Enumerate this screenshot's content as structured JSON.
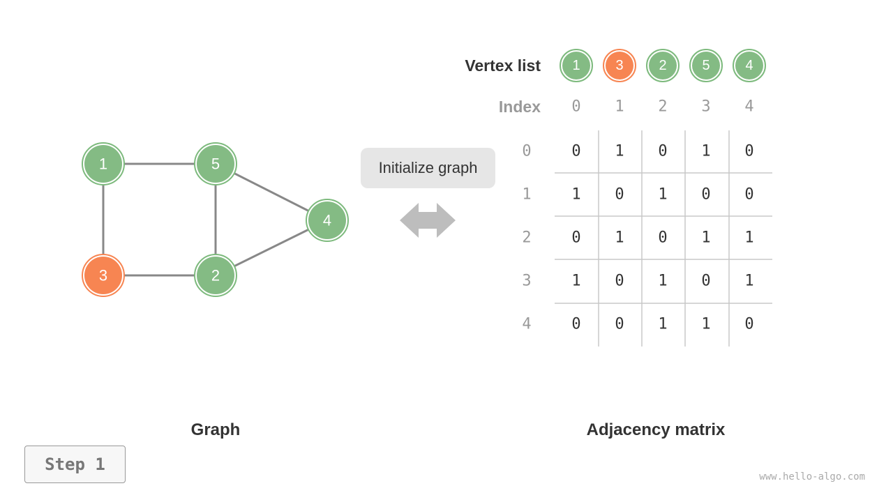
{
  "colors": {
    "green": "#84bb84",
    "green_ring": "#7dba7d",
    "orange": "#f78552",
    "edge": "#888888",
    "grid": "#c8c8c8",
    "index_text": "#999999",
    "cell_text": "#333333"
  },
  "graph": {
    "label": "Graph",
    "vertices": [
      {
        "id": "1",
        "color": "green"
      },
      {
        "id": "5",
        "color": "green"
      },
      {
        "id": "4",
        "color": "green"
      },
      {
        "id": "3",
        "color": "orange"
      },
      {
        "id": "2",
        "color": "green"
      }
    ],
    "edges": [
      [
        "1",
        "5"
      ],
      [
        "1",
        "3"
      ],
      [
        "5",
        "2"
      ],
      [
        "5",
        "4"
      ],
      [
        "3",
        "2"
      ],
      [
        "2",
        "4"
      ]
    ]
  },
  "operation": {
    "label": "Initialize graph",
    "arrow_icon": "double-arrow-icon"
  },
  "matrix": {
    "label": "Adjacency matrix",
    "vertex_list_label": "Vertex list",
    "vertex_list": [
      {
        "id": "1",
        "color": "green"
      },
      {
        "id": "3",
        "color": "orange"
      },
      {
        "id": "2",
        "color": "green"
      },
      {
        "id": "5",
        "color": "green"
      },
      {
        "id": "4",
        "color": "green"
      }
    ],
    "index_label": "Index",
    "indices": [
      "0",
      "1",
      "2",
      "3",
      "4"
    ],
    "rows": [
      [
        "0",
        "1",
        "0",
        "1",
        "0"
      ],
      [
        "1",
        "0",
        "1",
        "0",
        "0"
      ],
      [
        "0",
        "1",
        "0",
        "1",
        "1"
      ],
      [
        "1",
        "0",
        "1",
        "0",
        "1"
      ],
      [
        "0",
        "0",
        "1",
        "1",
        "0"
      ]
    ]
  },
  "step": {
    "label": "Step 1"
  },
  "watermark": "www.hello-algo.com"
}
